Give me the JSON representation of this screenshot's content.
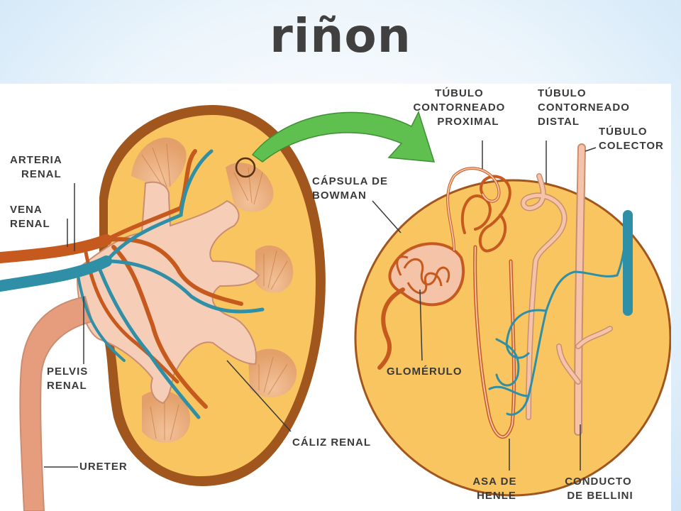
{
  "slide": {
    "title": "riñon"
  },
  "labels": {
    "arteria_renal": [
      "ARTERIA",
      "RENAL"
    ],
    "vena_renal": [
      "VENA",
      "RENAL"
    ],
    "pelvis_renal": [
      "PELVIS",
      "RENAL"
    ],
    "ureter": [
      "URETER"
    ],
    "caliz_renal": [
      "CÁLIZ RENAL"
    ],
    "tubulo_proximal": [
      "TÚBULO",
      "CONTORNEADO",
      "PROXIMAL"
    ],
    "tubulo_distal": [
      "TÚBULO",
      "CONTORNEADO",
      "DISTAL"
    ],
    "tubulo_colector": [
      "TÚBULO",
      "COLECTOR"
    ],
    "capsula_bowman": [
      "CÁPSULA DE",
      "BOWMAN"
    ],
    "glomerulo": [
      "GLOMÉRULO"
    ],
    "asa_henle": [
      "ASA DE",
      "HENLE"
    ],
    "conducto_bellini": [
      "CONDUCTO",
      "DE BELLINI"
    ]
  },
  "colors": {
    "kidney_fill": "#f9c560",
    "kidney_rim": "#a0561d",
    "artery": "#c65a1e",
    "vein": "#2e8fa6",
    "pelvis": "#f6cdb7",
    "ureter": "#e59d7e",
    "tubule_light": "#f4c3a8",
    "arrow": "#5fc04f"
  }
}
